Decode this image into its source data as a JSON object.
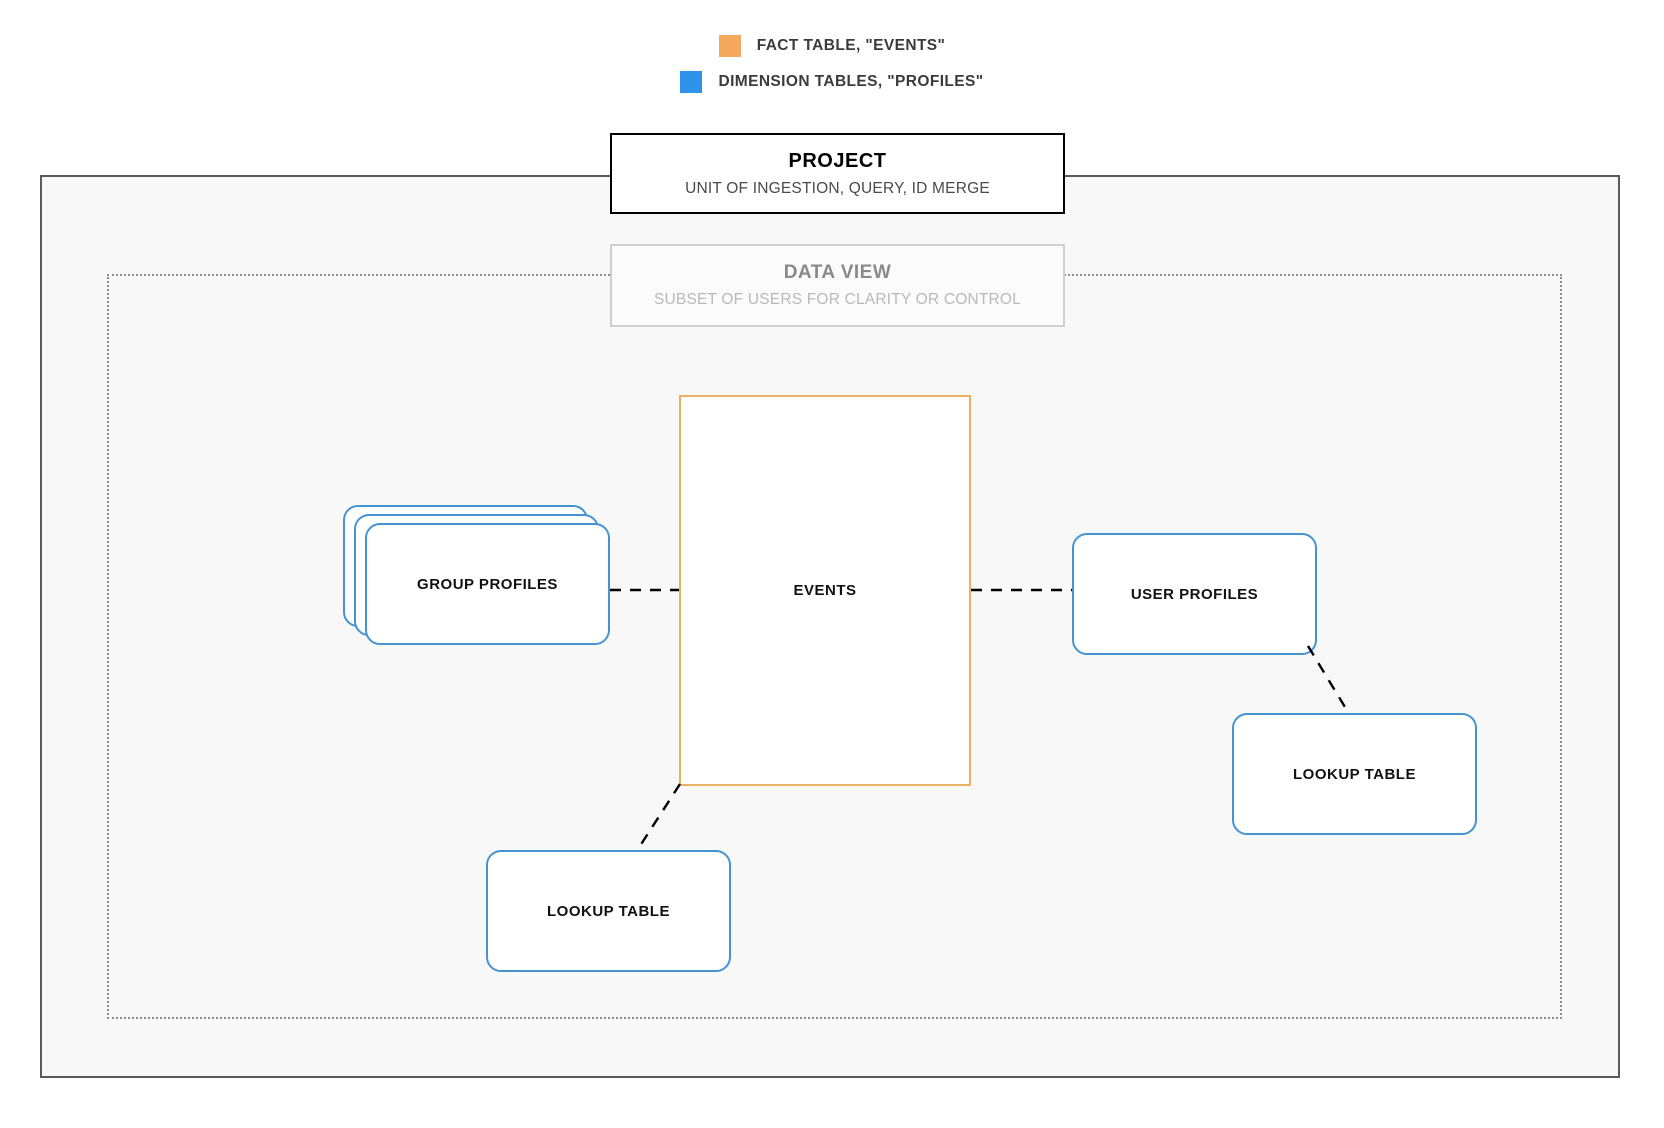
{
  "legend": {
    "items": [
      {
        "label": "FACT TABLE, \"EVENTS\"",
        "color": "#f4a95e",
        "icon": "square-swatch-orange"
      },
      {
        "label": "DIMENSION TABLES, \"PROFILES\"",
        "color": "#2f93ea",
        "icon": "square-swatch-blue"
      }
    ]
  },
  "project": {
    "title": "PROJECT",
    "subtitle": "UNIT OF INGESTION, QUERY, ID MERGE",
    "border_color": "#000000",
    "fill_color": "#f8f8f8"
  },
  "data_view": {
    "title": "DATA VIEW",
    "subtitle": "SUBSET OF USERS FOR CLARITY OR CONTROL",
    "border_color": "#cfcfcf",
    "container_border_color": "#8d8d8d"
  },
  "nodes": {
    "events": {
      "label": "EVENTS",
      "color": "#e8b166",
      "kind": "fact-table"
    },
    "group_profiles": {
      "label": "GROUP PROFILES",
      "color": "#4593d1",
      "kind": "dimension-table-stack",
      "stack_count": 3
    },
    "user_profiles": {
      "label": "USER PROFILES",
      "color": "#4593d1",
      "kind": "dimension-table"
    },
    "lookup_table_right": {
      "label": "LOOKUP TABLE",
      "color": "#4593d1",
      "kind": "dimension-table"
    },
    "lookup_table_left": {
      "label": "LOOKUP TABLE",
      "color": "#4593d1",
      "kind": "dimension-table"
    }
  },
  "connectors": [
    {
      "name": "group-profiles-to-events",
      "style": "dashed",
      "color": "#000000"
    },
    {
      "name": "events-to-user-profiles",
      "style": "dashed",
      "color": "#000000"
    },
    {
      "name": "user-profiles-to-lookup-table",
      "style": "dashed",
      "color": "#000000"
    },
    {
      "name": "events-to-lookup-table",
      "style": "dashed",
      "color": "#000000"
    }
  ]
}
